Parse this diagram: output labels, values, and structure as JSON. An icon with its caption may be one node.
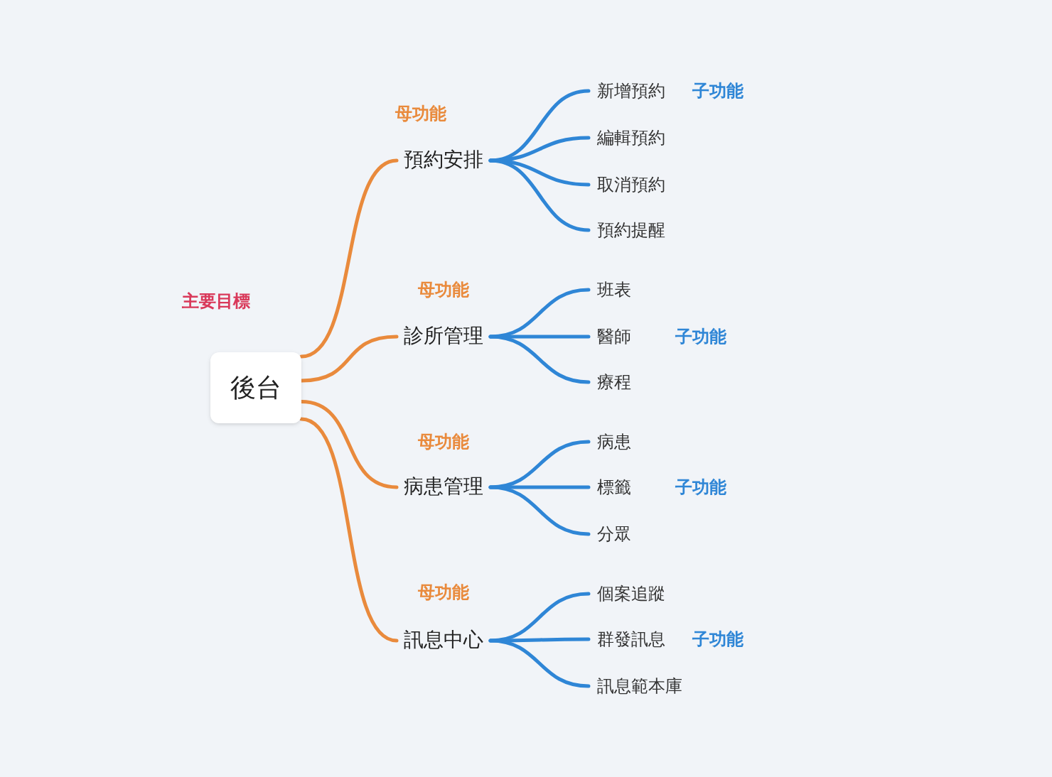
{
  "diagram": {
    "nodes": [
      {
        "text": [
          "後台"
        ],
        "beside": [
          "主要目標"
        ]
      },
      {
        "text": [
          "預約安排"
        ],
        "beside": [
          "母功能"
        ]
      },
      {
        "text": [
          "新增預約"
        ],
        "beside": [
          "子功能"
        ]
      },
      {
        "text": [
          "編輯預約"
        ]
      },
      {
        "text": [
          "取消預約"
        ]
      },
      {
        "text": [
          "預約提醒"
        ]
      },
      {
        "text": [
          "診所管理"
        ],
        "beside": [
          "母功能"
        ]
      },
      {
        "text": [
          "班表"
        ]
      },
      {
        "text": [
          "醫師"
        ],
        "beside": [
          "子功能"
        ]
      },
      {
        "text": [
          "療程"
        ]
      },
      {
        "text": [
          "病患管理"
        ],
        "beside": [
          "母功能"
        ]
      },
      {
        "text": [
          "病患"
        ]
      },
      {
        "text": [
          "標籤"
        ],
        "beside": [
          "子功能"
        ]
      },
      {
        "text": [
          "分眾"
        ]
      },
      {
        "text": [
          "訊息中心"
        ],
        "beside": [
          "母功能"
        ]
      },
      {
        "text": [
          "個案追蹤"
        ]
      },
      {
        "text": [
          "群發訊息"
        ],
        "beside": [
          "子功能"
        ]
      },
      {
        "text": [
          "訊息範本庫"
        ]
      }
    ],
    "edges": [
      {
        "from": 0,
        "to": 1,
        "arrow": "none",
        "color": "#e98a3c"
      },
      {
        "from": 0,
        "to": 6,
        "arrow": "none",
        "color": "#e98a3c"
      },
      {
        "from": 0,
        "to": 10,
        "arrow": "none",
        "color": "#e98a3c"
      },
      {
        "from": 0,
        "to": 14,
        "arrow": "none",
        "color": "#e98a3c"
      },
      {
        "from": 1,
        "to": 2,
        "arrow": "none"
      },
      {
        "from": 1,
        "to": 3,
        "arrow": "none"
      },
      {
        "from": 1,
        "to": 4,
        "arrow": "none"
      },
      {
        "from": 1,
        "to": 5,
        "arrow": "none"
      },
      {
        "from": 6,
        "to": 7,
        "arrow": "none"
      },
      {
        "from": 6,
        "to": 8,
        "arrow": "none"
      },
      {
        "from": 6,
        "to": 9,
        "arrow": "none"
      },
      {
        "from": 10,
        "to": 11,
        "arrow": "none"
      },
      {
        "from": 10,
        "to": 12,
        "arrow": "none"
      },
      {
        "from": 10,
        "to": 13,
        "arrow": "none"
      },
      {
        "from": 14,
        "to": 15,
        "arrow": "none"
      },
      {
        "from": 14,
        "to": 16,
        "arrow": "none"
      },
      {
        "from": 14,
        "to": 17,
        "arrow": "none"
      }
    ]
  }
}
